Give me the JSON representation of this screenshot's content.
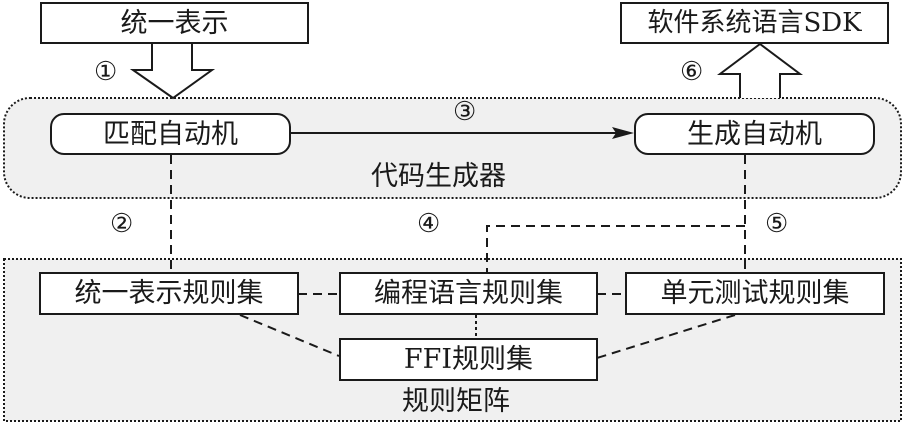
{
  "diagram": {
    "inputs": {
      "unified_representation": "统一表示",
      "software_sdk": "软件系统语言SDK"
    },
    "code_generator": {
      "group_label": "代码生成器",
      "match_automaton": "匹配自动机",
      "generate_automaton": "生成自动机"
    },
    "rule_matrix": {
      "group_label": "规则矩阵",
      "unified_rules": "统一表示规则集",
      "language_rules": "编程语言规则集",
      "unit_test_rules": "单元测试规则集",
      "ffi_rules": "FFI规则集"
    },
    "step_labels": {
      "s1": "①",
      "s2": "②",
      "s3": "③",
      "s4": "④",
      "s5": "⑤",
      "s6": "⑥"
    },
    "colors": {
      "group_fill": "#f0f0f0",
      "stroke": "#1a1a1a",
      "box_fill": "#ffffff"
    }
  }
}
